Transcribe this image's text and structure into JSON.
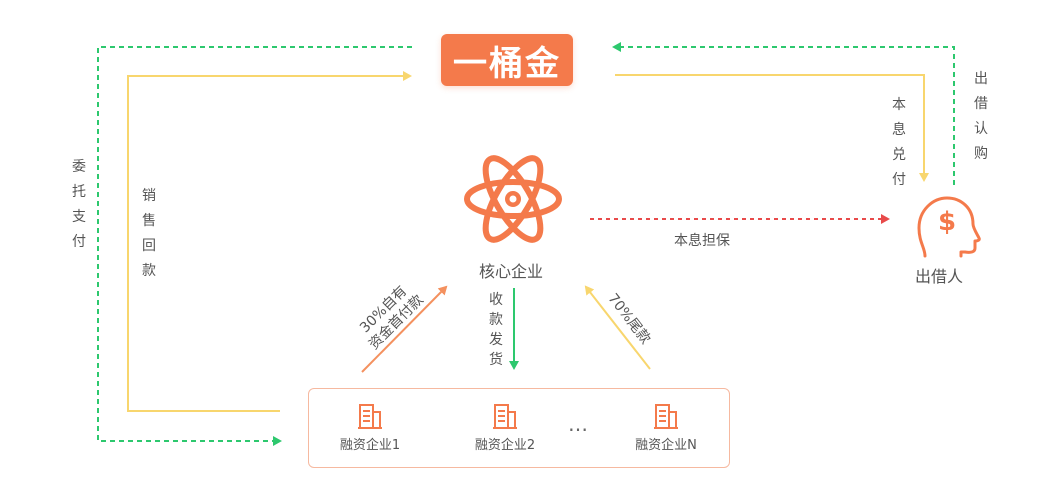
{
  "brand": {
    "name": "一桶金",
    "color": "#f47a4b"
  },
  "core": {
    "label": "核心企业",
    "icon": "atom-icon"
  },
  "lender": {
    "label": "出借人",
    "icon": "person-dollar-icon"
  },
  "flows": {
    "entrusted_payment": "委托支付",
    "sales_repayment": "销售回款",
    "principal_interest_payment": "本息兑付",
    "lend_subscribe": "出借认购",
    "principal_interest_guarantee": "本息担保",
    "down_payment_line1": "30%自有",
    "down_payment_line2": "资金首付款",
    "collect_ship": "收款发货",
    "final_payment": "70%尾款"
  },
  "financing_companies": [
    {
      "name": "融资企业1"
    },
    {
      "name": "融资企业2"
    },
    {
      "name": "融资企业N"
    }
  ],
  "ellipsis": "…",
  "colors": {
    "green": "#2dc86e",
    "yellow": "#f8d66e",
    "red": "#e84a4a",
    "orange": "#f47a4b",
    "box_border": "#f6b9a0"
  }
}
